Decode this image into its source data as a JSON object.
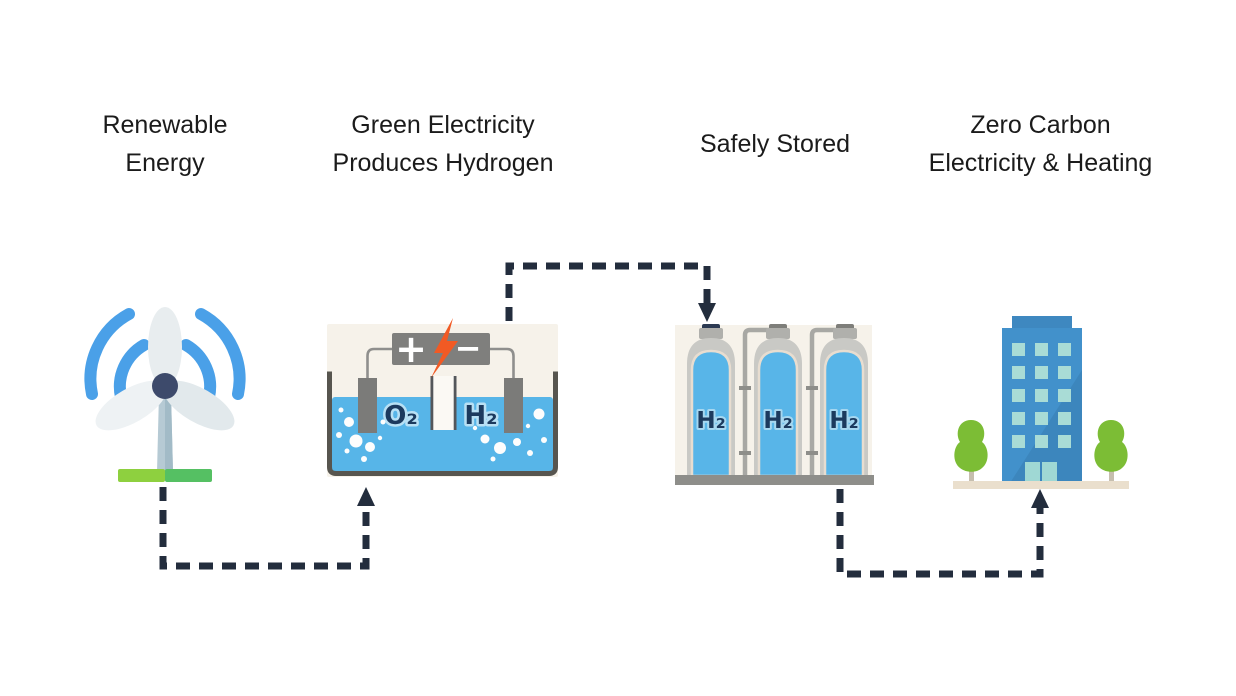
{
  "stages": [
    {
      "label": "Renewable Energy"
    },
    {
      "label": "Green Electricity Produces Hydrogen"
    },
    {
      "label": "Safely Stored"
    },
    {
      "label": "Zero Carbon Electricity & Heating"
    }
  ],
  "electrolysis": {
    "battery_positive": "+",
    "battery_negative": "−",
    "oxygen_label": "O₂",
    "hydrogen_label": "H₂"
  },
  "storage": {
    "tank_labels": [
      "H₂",
      "H₂",
      "H₂"
    ]
  },
  "colors": {
    "arrow_dash": "#232d3d",
    "water_blue": "#57b5e8",
    "wind_arc_blue": "#4aa0e8",
    "turbine_hub_navy": "#3d4a6b",
    "base_green_light": "#8ed03f",
    "base_green_dark": "#55c063",
    "lightning_orange": "#f15a24",
    "battery_gray": "#7f7f7d",
    "tank_gray": "#c9c9c5",
    "building_blue": "#4291cb",
    "window_teal": "#a9dcd6",
    "tree_green": "#7cbd35",
    "cream_background": "#f6f2ea",
    "label_text": "#1b1b1b"
  }
}
